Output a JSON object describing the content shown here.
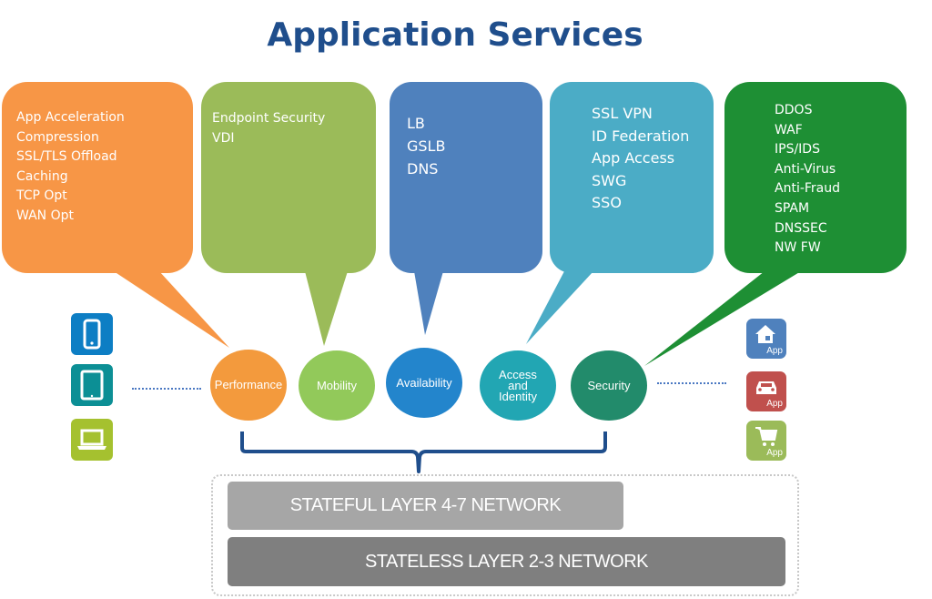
{
  "title": "Application Services",
  "bubbles": [
    {
      "name": "performance",
      "color": "#f79646",
      "items": [
        "App Acceleration",
        "Compression",
        "SSL/TLS Offload",
        "Caching",
        "TCP Opt",
        "WAN Opt"
      ]
    },
    {
      "name": "mobility",
      "color": "#9bbb59",
      "items": [
        "Endpoint Security",
        "VDI"
      ]
    },
    {
      "name": "availability",
      "color": "#4f81bd",
      "items": [
        "LB",
        "GSLB",
        "DNS"
      ]
    },
    {
      "name": "access",
      "color": "#4bacc6",
      "items": [
        "SSL VPN",
        "ID Federation",
        "App Access",
        "SWG",
        "SSO"
      ]
    },
    {
      "name": "security",
      "color": "#1e8f34",
      "items": [
        "DDOS",
        "WAF",
        "IPS/IDS",
        "Anti-Virus",
        "Anti-Fraud",
        "SPAM",
        "DNSSEC",
        "NW FW"
      ]
    }
  ],
  "services": [
    {
      "label": "Performance",
      "color": "#f39a3d"
    },
    {
      "label": "Mobility",
      "color": "#92c95a"
    },
    {
      "label": "Availability",
      "color": "#2385cc"
    },
    {
      "label_lines": [
        "Access",
        "and",
        "Identity"
      ],
      "color": "#22a6b3"
    },
    {
      "label": "Security",
      "color": "#228b6b"
    }
  ],
  "devices": [
    {
      "icon": "smartphone-icon",
      "color": "#0d7ec4"
    },
    {
      "icon": "tablet-icon",
      "color": "#0c8f95"
    },
    {
      "icon": "laptop-icon",
      "color": "#a5c12f"
    }
  ],
  "apps": [
    {
      "icon": "home-icon",
      "label": "App",
      "color": "#4f81bd"
    },
    {
      "icon": "car-icon",
      "label": "App",
      "color": "#c0504d"
    },
    {
      "icon": "cart-icon",
      "label": "App",
      "color": "#9bbb59"
    }
  ],
  "network": {
    "stateful": "STATEFUL LAYER 4-7 NETWORK",
    "stateless": "STATELESS LAYER 2-3 NETWORK",
    "stateful_color": "#a6a6a6",
    "stateless_color": "#7f7f7f"
  },
  "bracket_color": "#1f4e8c"
}
